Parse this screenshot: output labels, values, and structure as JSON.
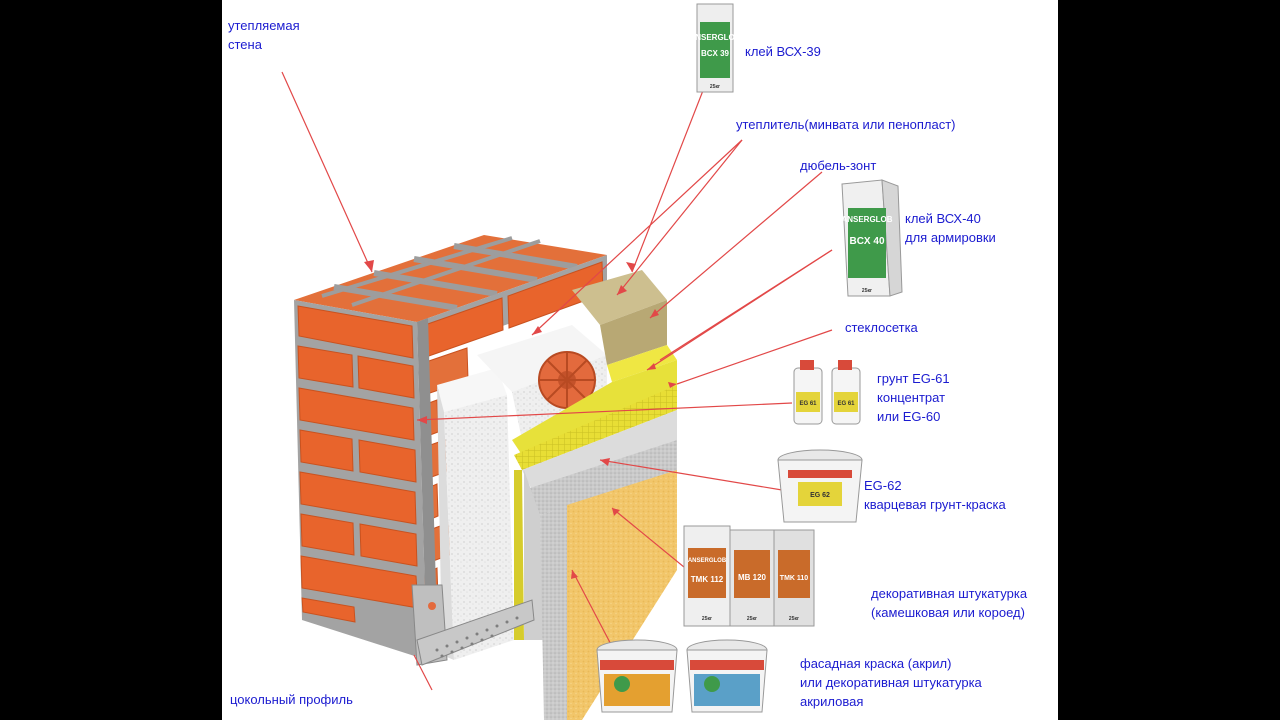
{
  "labels": {
    "wall": [
      "утепляемая",
      "стена"
    ],
    "glue_bcx39": "клей ВСХ-39",
    "insulation": "утеплитель(минвата или пенопласт)",
    "dowel": "дюбель-зонт",
    "glue_bcx40": [
      "клей ВСХ-40",
      "для армировки"
    ],
    "mesh": "стеклосетка",
    "primer": [
      "грунт EG-61",
      "концентрат",
      "или EG-60"
    ],
    "paint_primer": [
      "EG-62",
      "кварцевая грунт-краска"
    ],
    "plaster": [
      "декоративная штукатурка",
      "(камешковая или короед)"
    ],
    "facade_paint": [
      "фасадная краска (акрил)",
      "или декоративная штукатурка",
      "акриловая"
    ],
    "base_profile": "цокольный профиль"
  },
  "products": {
    "brand": "ANSERGLOB",
    "bcx39": "BCX 39",
    "bcx40": "BCX 40",
    "eg61": "EG 61",
    "eg62": "EG 62",
    "tmk112": "TMK 112",
    "mb120": "MB 120",
    "tmk110": "TMK 110",
    "weight": "25кг"
  },
  "colors": {
    "label_text": "#1b1bd0",
    "arrow": "#e24848",
    "brick": "#e8642c",
    "mortar": "#a9a9a9",
    "insulation": "#eeeeee",
    "mineral_wool": "#c7b98a",
    "glue_layer": "#e7e13a",
    "plaster": "#f2c66a",
    "bag_green": "#3f9a4a",
    "bag_orange": "#c96b2a"
  }
}
